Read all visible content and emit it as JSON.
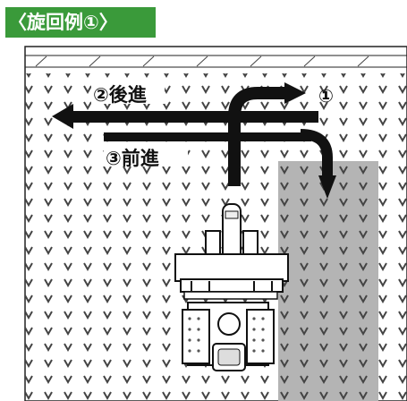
{
  "title": "〈旋回例①〉",
  "labels": {
    "step1": "①",
    "step2": "②後進",
    "step3": "③前進"
  },
  "colors": {
    "title_bg": "#3a9a3a",
    "shaded_strip": "#b4b4b4",
    "arrow": "#111111",
    "plant": "#444444"
  },
  "icons": [
    "seedling-mark-icon",
    "tractor-icon",
    "rotary-tiller-icon"
  ]
}
